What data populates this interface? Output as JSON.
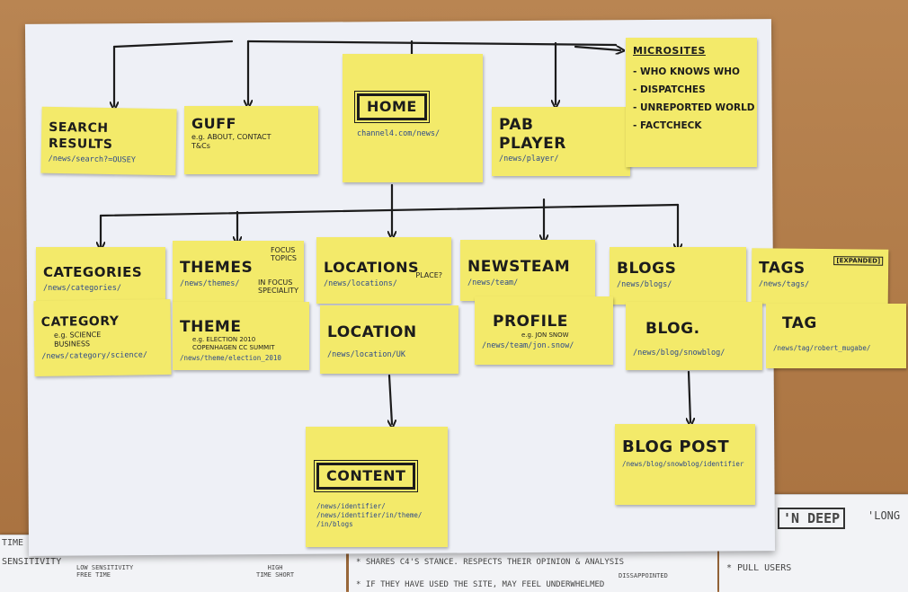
{
  "notes": {
    "home": {
      "title": "HOME",
      "url": "channel4.com/news/"
    },
    "search": {
      "title": "SEARCH\nRESULTS",
      "url": "/news/search?=OUSEY"
    },
    "guff": {
      "title": "GUFF",
      "hint": "e.g. ABOUT, CONTACT\nT&Cs"
    },
    "pab": {
      "title": "PAB\nPLAYER",
      "url": "/news/player/"
    },
    "microsites": {
      "title": "MICROSITES",
      "items": [
        "WHO KNOWS WHO",
        "DISPATCHES",
        "UNREPORTED WORLD",
        "FACTCHECK"
      ]
    },
    "categories": {
      "title": "CATEGORIES",
      "url": "/news/categories/"
    },
    "themes": {
      "title": "THEMES",
      "url": "/news/themes/",
      "aside_top": "FOCUS\nTOPICS",
      "aside_bottom": "IN FOCUS\nSPECIALITY"
    },
    "locations": {
      "title": "LOCATIONS",
      "url": "/news/locations/",
      "aside": "PLACE?"
    },
    "newsteam": {
      "title": "NEWSTEAM",
      "url": "/news/team/"
    },
    "blogs": {
      "title": "BLOGS",
      "url": "/news/blogs/"
    },
    "tags": {
      "title": "TAGS",
      "url": "/news/tags/",
      "badge": "[EXPANDED]"
    },
    "category": {
      "title": "CATEGORY",
      "hint": "e.g. SCIENCE\nBUSINESS",
      "url": "/news/category/science/"
    },
    "theme": {
      "title": "THEME",
      "hint": "e.g. ELECTION 2010\nCOPENHAGEN CC SUMMIT",
      "url": "/news/theme/election_2010"
    },
    "location": {
      "title": "LOCATION",
      "url": "/news/location/UK"
    },
    "profile": {
      "title": "PROFILE",
      "hint": "e.g. JON SNOW",
      "url": "/news/team/jon.snow/"
    },
    "blog": {
      "title": "BLOG.",
      "url": "/news/blog/snowblog/"
    },
    "tag": {
      "title": "TAG",
      "url": "/news/tag/robert_mugabe/"
    },
    "content": {
      "title": "CONTENT",
      "url": "/news/identifier/\n/news/identifier/in/theme/\n/in/blogs"
    },
    "blogpost": {
      "title": "BLOG POST",
      "url": "/news/blog/snowblog/identifier"
    }
  },
  "bottom_sheets": {
    "left": {
      "lines": [
        "TIME",
        "SENSITIVITY",
        "LOW SENSITIVITY\nFREE TIME",
        "HIGH\nTIME SHORT"
      ]
    },
    "middle": {
      "lines": [
        "* SHARES C4'S STANCE. RESPECTS THEIR OPINION & ANALYSIS",
        "DISSAPPOINTED",
        "* IF THEY HAVE USED THE SITE, MAY FEEL UNDERWHELMED"
      ]
    },
    "right": {
      "lines": [
        "'N DEEP",
        "'LONG",
        "* PULL USERS"
      ]
    }
  }
}
